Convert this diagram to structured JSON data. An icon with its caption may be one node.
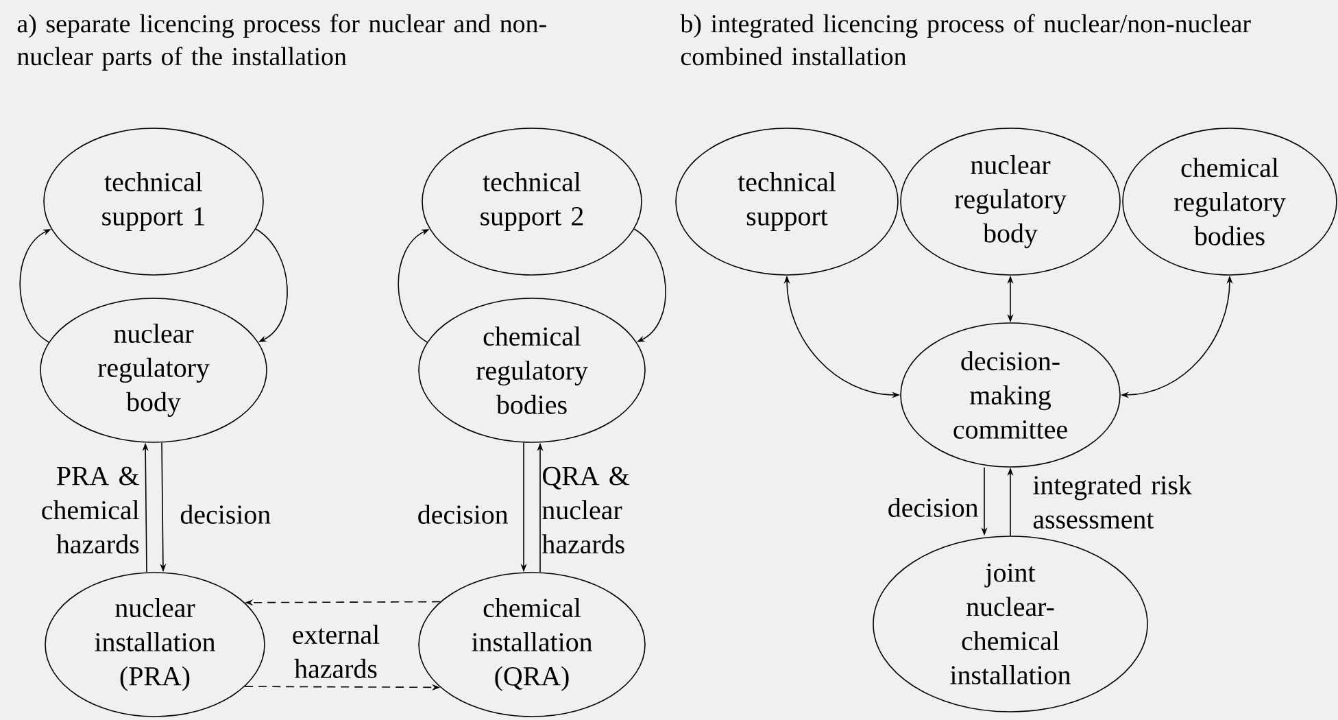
{
  "diagram": {
    "nodes": [
      {
        "text": [
          "technical support 1"
        ]
      },
      {
        "text": [
          "nuclear regulatory body"
        ]
      },
      {
        "text": [
          "technical support 2"
        ]
      },
      {
        "text": [
          "chemical regulatory bodies"
        ]
      },
      {
        "text": [
          "nuclear installation (PRA)"
        ]
      },
      {
        "text": [
          "chemical installation (QRA)"
        ]
      },
      {
        "text": [
          "technical support"
        ]
      },
      {
        "text": [
          "nuclear regulatory body"
        ]
      },
      {
        "text": [
          "chemical regulatory bodies"
        ]
      },
      {
        "text": [
          "decision-making committee"
        ]
      },
      {
        "text": [
          "joint nuclear-chemical installation"
        ]
      }
    ],
    "edges": [
      {
        "from": 1,
        "to": 0,
        "arrow": "to"
      },
      {
        "from": 0,
        "to": 1,
        "arrow": "to"
      },
      {
        "from": 3,
        "to": 2,
        "arrow": "to"
      },
      {
        "from": 2,
        "to": 3,
        "arrow": "to"
      },
      {
        "from": 4,
        "to": 1,
        "arrow": "to",
        "label": "PRA & chemical hazards"
      },
      {
        "from": 1,
        "to": 4,
        "arrow": "to",
        "label": "decision"
      },
      {
        "from": 3,
        "to": 5,
        "arrow": "to",
        "label": "decision"
      },
      {
        "from": 5,
        "to": 3,
        "arrow": "to",
        "label": "QRA & nuclear hazards"
      },
      {
        "from": 5,
        "to": 4,
        "arrow": "to",
        "style": "dashed",
        "label": "external hazards"
      },
      {
        "from": 4,
        "to": 5,
        "arrow": "to",
        "style": "dashed"
      },
      {
        "from": 6,
        "to": 9,
        "arrow": "both"
      },
      {
        "from": 7,
        "to": 9,
        "arrow": "both"
      },
      {
        "from": 8,
        "to": 9,
        "arrow": "both"
      },
      {
        "from": 9,
        "to": 10,
        "arrow": "to",
        "label": "decision"
      },
      {
        "from": 10,
        "to": 9,
        "arrow": "to",
        "label": "integrated risk assessment"
      }
    ],
    "labels": [
      "a) separate licencing process for nuclear and non-nuclear parts of the installation",
      "b) integrated licencing process of nuclear/non-nuclear combined installation"
    ]
  }
}
